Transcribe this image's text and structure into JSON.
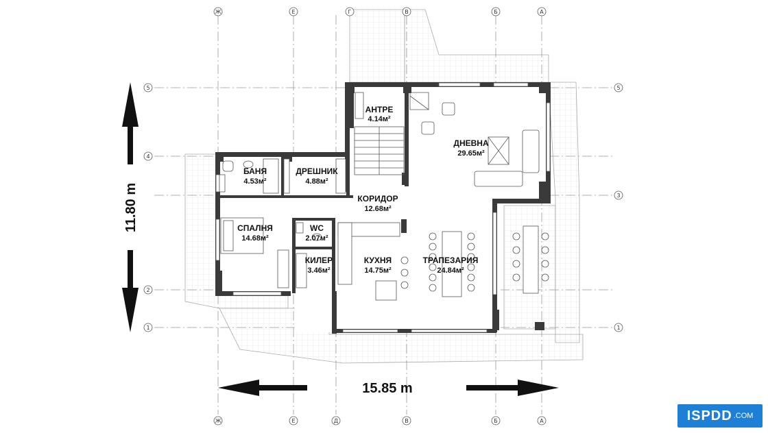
{
  "rooms": {
    "antre": {
      "name": "АНТРЕ",
      "area": "4.14м²"
    },
    "dnevna": {
      "name": "ДНЕВНА",
      "area": "29.65м²"
    },
    "banya": {
      "name": "БАНЯ",
      "area": "4.53м²"
    },
    "dreshnik": {
      "name": "ДРЕШНИК",
      "area": "4.88м²"
    },
    "koridor": {
      "name": "КОРИДОР",
      "area": "12.68м²"
    },
    "spalnya": {
      "name": "СПАЛНЯ",
      "area": "14.68м²"
    },
    "wc": {
      "name": "WC",
      "area": "2.07м²"
    },
    "kiler": {
      "name": "КИЛЕР",
      "area": "3.46м²"
    },
    "kuhnya": {
      "name": "КУХНЯ",
      "area": "14.75м²"
    },
    "trapezariya": {
      "name": "ТРАПЕЗАРИЯ",
      "area": "24.84м²"
    }
  },
  "dimensions": {
    "height": "11.80 m",
    "width": "15.85 m"
  },
  "axes": {
    "columns": [
      "Ж",
      "Е",
      "Г",
      "В",
      "Б",
      "А"
    ],
    "columns_bottom": [
      "Ж",
      "Е",
      "Д",
      "В",
      "Б",
      "А"
    ],
    "rows": [
      "5",
      "4",
      "3",
      "2",
      "1"
    ]
  },
  "logo": {
    "main": "ISPDD",
    "suffix": ".COM"
  },
  "colors": {
    "wall": "#3a3a3a",
    "logo": "#1d7fd6"
  }
}
